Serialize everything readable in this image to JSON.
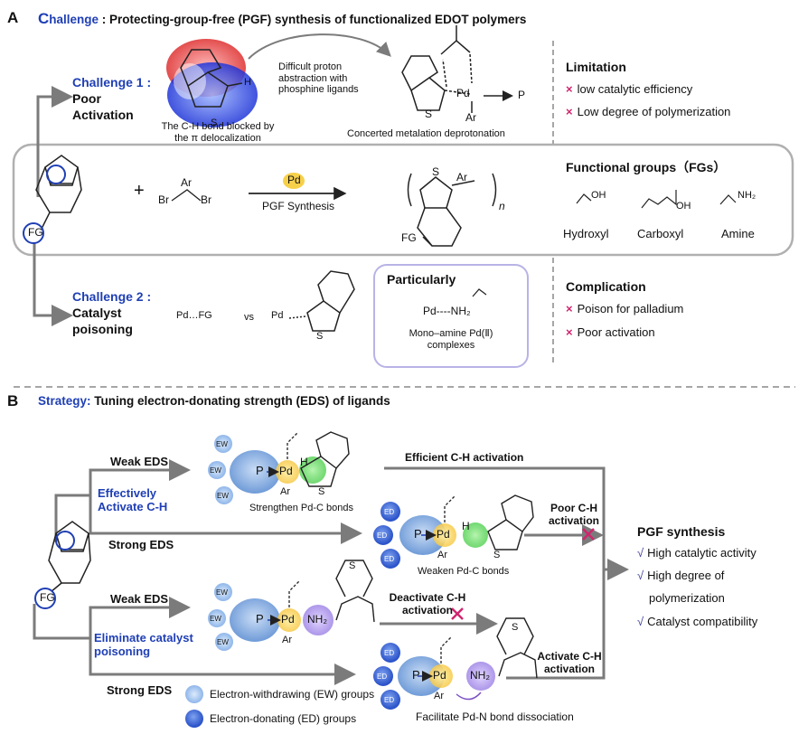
{
  "panel_a": {
    "letter": "A",
    "challenge_initial": "C",
    "challenge_rest": "hallenge",
    "challenge_text": " : Protecting-group-free (PGF) synthesis of functionalized EDOT polymers",
    "challenge1_label": "Challenge 1 :",
    "challenge1_line1": "Poor",
    "challenge1_line2": "Activation",
    "ch_bond_line1": "The C-H bond blocked by",
    "ch_bond_line2": "the π delocalization",
    "difficult_line1": "Difficult proton",
    "difficult_line2": "abstraction with",
    "difficult_line3": "phosphine ligands",
    "cmd_caption": "Concerted metalation deprotonation",
    "limitation_title": "Limitation",
    "limitation_items": [
      "low catalytic efficiency",
      "Low degree of polymerization"
    ],
    "pd_badge": "Pd",
    "pgf_synthesis": "PGF Synthesis",
    "plus": "+",
    "br_left": "Br",
    "ar": "Ar",
    "br_right": "Br",
    "polymer_n": "n",
    "polymer_fg": "FG",
    "fg_circle": "FG",
    "fg_title": "Functional groups（FGs）",
    "fg_items": [
      "Hydroxyl",
      "Carboxyl",
      "Amine"
    ],
    "challenge2_label": "Challenge 2 :",
    "challenge2_line1": "Catalyst",
    "challenge2_line2": "poisoning",
    "pd_fg": "Pd…FG",
    "vs": "vs",
    "particularly_title": "Particularly",
    "pd_nh2": "Pd----NH₂",
    "mono_line1": "Mono–amine Pd(Ⅱ)",
    "mono_line2": "complexes",
    "complication_title": "Complication",
    "complication_items": [
      "Poison for palladium",
      "Poor activation"
    ]
  },
  "panel_b": {
    "letter": "B",
    "strategy_label": "Strategy:",
    "strategy_text": " Tuning electron-donating strength (EDS) of ligands",
    "weak_eds": "Weak EDS",
    "strong_eds": "Strong EDS",
    "effectively_line1": "Effectively",
    "effectively_line2": "Activate C-H",
    "eliminate_line1": "Eliminate catalyst",
    "eliminate_line2": "poisoning",
    "fg_circle": "FG",
    "efficient": "Efficient C-H activation",
    "strengthen": "Strengthen Pd-C bonds",
    "poor_ch_line1": "Poor C-H",
    "poor_ch_line2": "activation",
    "weaken": "Weaken Pd-C bonds",
    "deactivate_line1": "Deactivate C-H",
    "deactivate_line2": "activation",
    "activate_line1": "Activate C-H",
    "activate_line2": "activation",
    "facilitate": "Facilitate Pd-N bond dissociation",
    "pgf_title": "PGF synthesis",
    "pgf_item1": "High catalytic activity",
    "pgf_item2a": "High degree of",
    "pgf_item2b": "polymerization",
    "pgf_item3": "Catalyst compatibility",
    "legend_ew": "Electron-withdrawing (EW) groups",
    "legend_ed": "Electron-donating (ED) groups",
    "ew": "EW",
    "ed": "ED",
    "p": "P",
    "pd": "Pd",
    "h": "H",
    "nh2": "NH₂",
    "ar": "Ar",
    "s": "S"
  },
  "colors": {
    "blue_text": "#1f3fb5",
    "arrow_gray": "#7b7b7b",
    "pd_orange": "#f5c842",
    "cross_red": "#d0256e",
    "green_glow": "#5fd35f",
    "purple_glow": "#a58be0",
    "ew_blue": "#a8c8f0",
    "ed_blue": "#3f6fdc"
  }
}
